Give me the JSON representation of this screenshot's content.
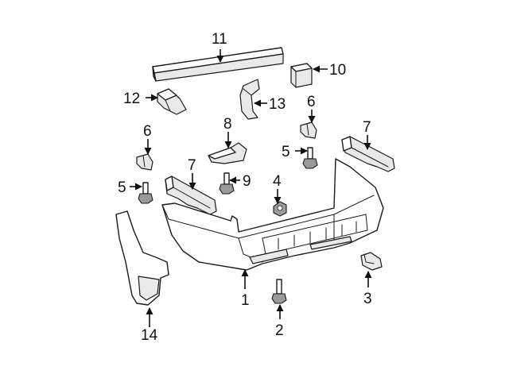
{
  "diagram": {
    "callouts": [
      {
        "id": "c1",
        "label": "1"
      },
      {
        "id": "c2",
        "label": "2"
      },
      {
        "id": "c3",
        "label": "3"
      },
      {
        "id": "c4",
        "label": "4"
      },
      {
        "id": "c5a",
        "label": "5"
      },
      {
        "id": "c5b",
        "label": "5"
      },
      {
        "id": "c6a",
        "label": "6"
      },
      {
        "id": "c6b",
        "label": "6"
      },
      {
        "id": "c7a",
        "label": "7"
      },
      {
        "id": "c7b",
        "label": "7"
      },
      {
        "id": "c8",
        "label": "8"
      },
      {
        "id": "c9",
        "label": "9"
      },
      {
        "id": "c10",
        "label": "10"
      },
      {
        "id": "c11",
        "label": "11"
      },
      {
        "id": "c12",
        "label": "12"
      },
      {
        "id": "c13",
        "label": "13"
      },
      {
        "id": "c14",
        "label": "14"
      }
    ]
  }
}
